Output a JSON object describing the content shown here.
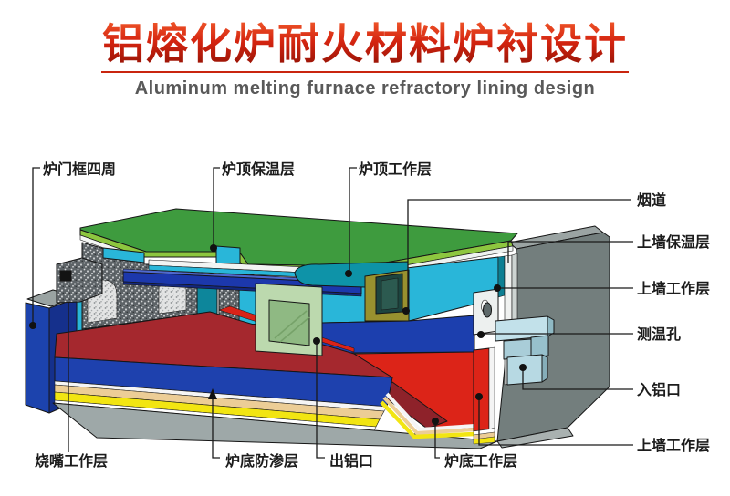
{
  "header": {
    "title_zh": "铝熔化炉耐火材料炉衬设计",
    "title_en": "Aluminum melting furnace refractory lining design"
  },
  "labels": {
    "door_frame": "炉门框四周",
    "roof_insulation": "炉顶保温层",
    "roof_working": "炉顶工作层",
    "flue": "烟道",
    "upper_wall_insulation": "上墙保温层",
    "upper_wall_working": "上墙工作层",
    "temp_hole": "测温孔",
    "al_inlet": "入铝口",
    "upper_wall_working_2": "上墙工作层",
    "burner_working": "烧嘴工作层",
    "bottom_antiseep": "炉底防渗层",
    "al_outlet": "出铝口",
    "bottom_working": "炉底工作层"
  },
  "colors": {
    "title_red": "#c2200c",
    "subtitle_gray": "#595959",
    "roof_green": "#3e9b3e",
    "roof_lime": "#8dc63f",
    "wall_cyan": "#29b6d9",
    "teal": "#0e93a8",
    "royal_blue": "#1e41ae",
    "hearth_crimson": "#a5282e",
    "hearth_red": "#dc2418",
    "flue_olive": "#98912f",
    "antiseep_yellow": "#f2e512",
    "tan_layer": "#eccd96",
    "shell_gray": "#747f7e",
    "pale_blue_block": "#c2e1ea",
    "door_panel_green": "#bcd9ae"
  }
}
